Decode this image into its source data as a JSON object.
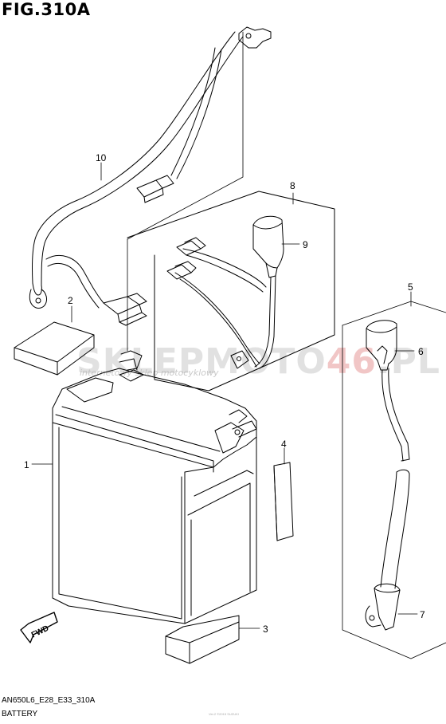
{
  "figure": {
    "title": "FIG.310A"
  },
  "callouts": [
    {
      "number": "1"
    },
    {
      "number": "2"
    },
    {
      "number": "3"
    },
    {
      "number": "4"
    },
    {
      "number": "5"
    },
    {
      "number": "6"
    },
    {
      "number": "7"
    },
    {
      "number": "8"
    },
    {
      "number": "9"
    },
    {
      "number": "10"
    }
  ],
  "direction_badge": {
    "label": "FWD"
  },
  "watermark": {
    "brand_part1": "SKLEPMOTO",
    "brand_accent": "46",
    "brand_part2": ".PL",
    "tagline": "internetowy sklep motocyklowy"
  },
  "footer": {
    "code": "AN650L6_E28_E33_310A",
    "name": "BATTERY",
    "tiny": "Ver.2 ©2015 SUZUKI"
  },
  "colors": {
    "line": "#000000",
    "watermark_accent": "#e8a0a0",
    "watermark": "#c9c9c9"
  }
}
